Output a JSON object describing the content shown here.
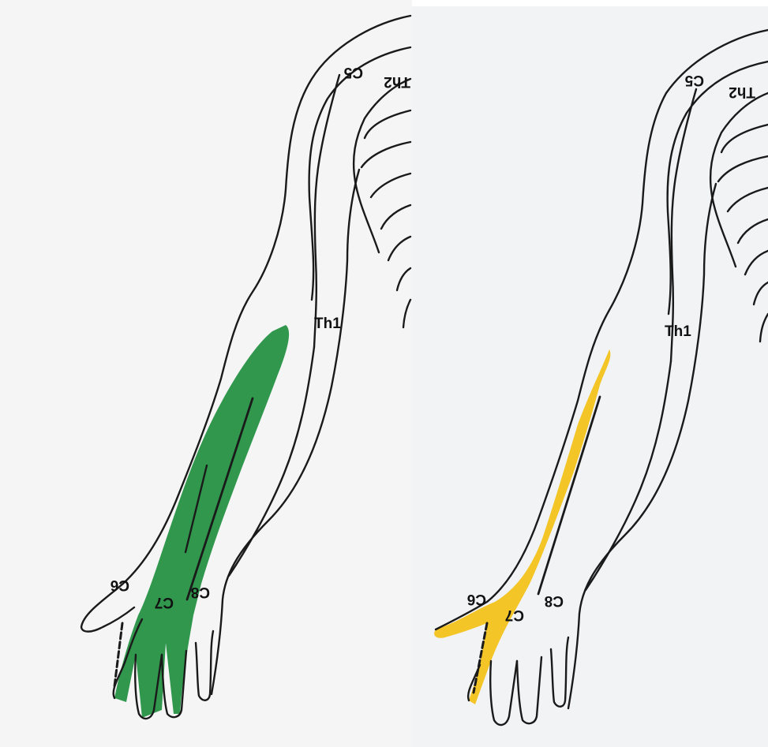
{
  "figure": {
    "panels": [
      {
        "id": "left",
        "highlight_color": "#1e8e3e",
        "labels": {
          "c5": "C5",
          "th2": "Th2",
          "th1": "Th1",
          "c6": "C6",
          "c7": "C7",
          "c8": "C8"
        }
      },
      {
        "id": "right",
        "highlight_color": "#f2c21b",
        "labels": {
          "c5": "C5",
          "th2": "Th2",
          "th1": "Th1",
          "c6": "C6",
          "c7": "C7",
          "c8": "C8"
        }
      }
    ]
  }
}
